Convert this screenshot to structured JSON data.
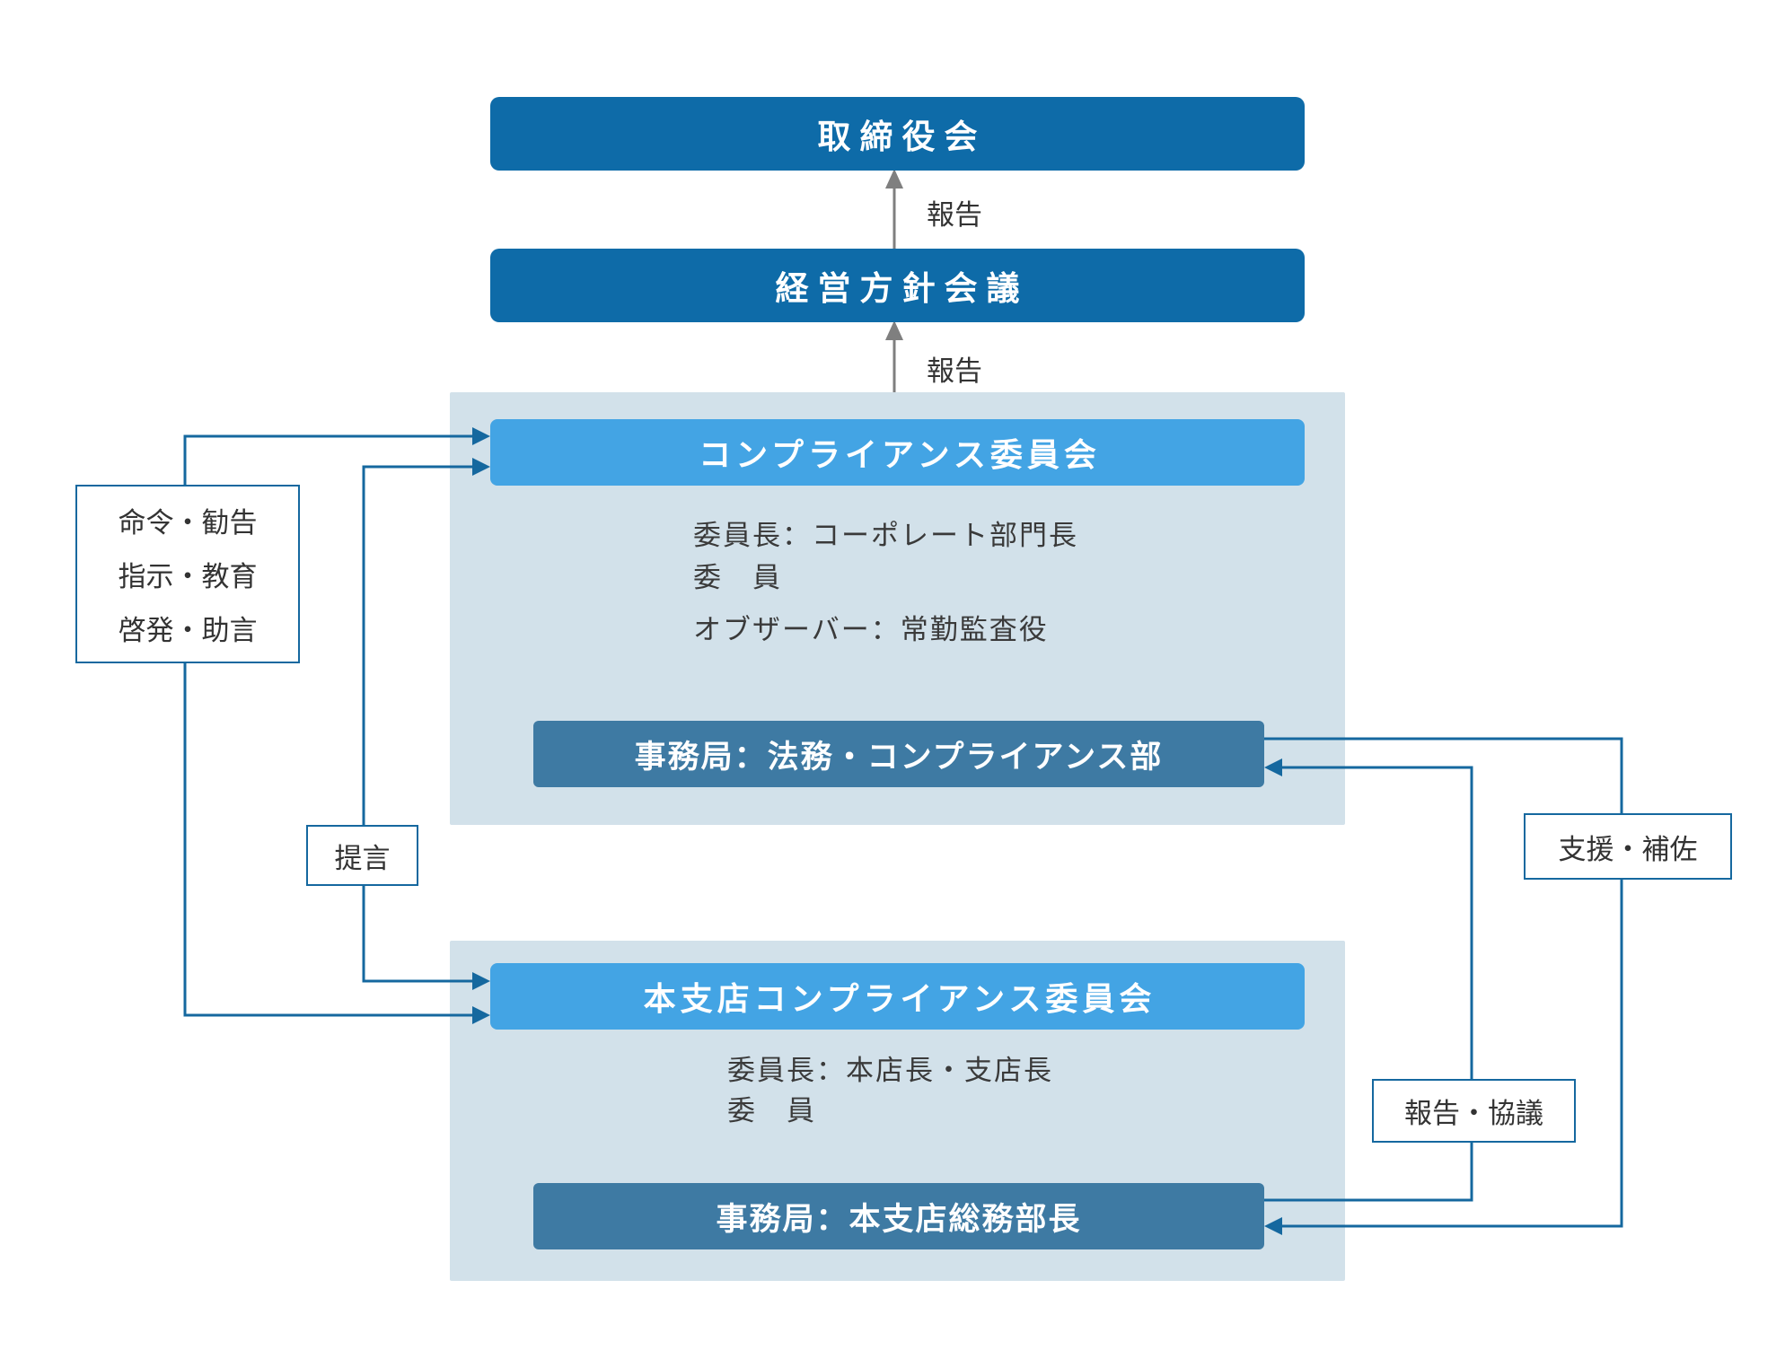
{
  "colors": {
    "dark": "#0e6ba8",
    "bright": "#43a4e4",
    "steel": "#3e7aa3",
    "panel": "#d2e1ea",
    "line": "#15689f",
    "gray": "#7f7f7f"
  },
  "nodes": {
    "board": "取締役会",
    "management_meeting": "経営方針会議",
    "compliance_committee": "コンプライアンス委員会",
    "compliance_secretariat": "事務局：法務・コンプライアンス部",
    "branch_committee": "本支店コンプライアンス委員会",
    "branch_secretariat": "事務局：本支店総務部長"
  },
  "details": {
    "committee": [
      "委員長：コーポレート部門長",
      "委　員",
      "オブザーバー：常勤監査役"
    ],
    "branch": [
      "委員長：本店長・支店長",
      "委　員"
    ]
  },
  "flow_labels": {
    "report_to_board": "報告",
    "report_to_meeting": "報告",
    "directives": [
      "命令・勧告",
      "指示・教育",
      "啓発・助言"
    ],
    "proposal": "提言",
    "support": "支援・補佐",
    "report_consult": "報告・協議"
  }
}
